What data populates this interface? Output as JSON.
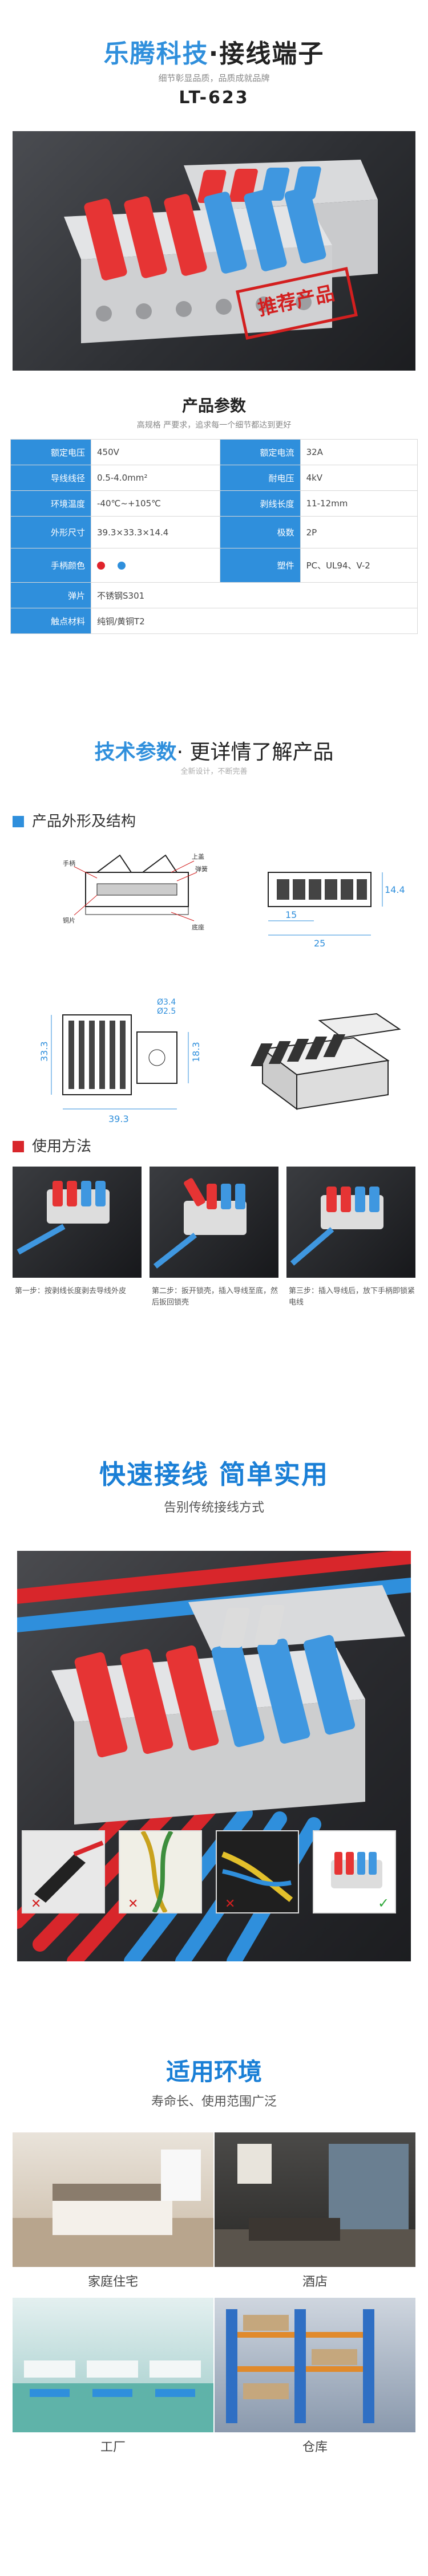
{
  "header": {
    "brand": "乐腾科技",
    "separator": "·",
    "product_name": "接线端子",
    "tagline": "细节彰显品质，品质成就品牌",
    "model": "LT-623"
  },
  "hero": {
    "stamp": "推荐产品"
  },
  "params": {
    "title": "产品参数",
    "subtitle": "高规格 严要求，追求每一个细节都达到更好",
    "rows": [
      {
        "k1": "额定电压",
        "v1": "450V",
        "k2": "额定电流",
        "v2": "32A"
      },
      {
        "k1": "导线线径",
        "v1": "0.5-4.0mm²",
        "k2": "耐电压",
        "v2": "4kV"
      },
      {
        "k1": "环境温度",
        "v1": "-40℃~+105℃",
        "k2": "剥线长度",
        "v2": "11-12mm"
      },
      {
        "k1": "外形尺寸",
        "v1": "39.3×33.3×14.4",
        "k2": "极数",
        "v2": "2P"
      },
      {
        "k1": "手柄颜色",
        "v1": "",
        "k2": "塑件",
        "v2": "PC、UL94、V-2"
      }
    ],
    "row_spring": {
      "k": "弹片",
      "v": "不锈钢S301"
    },
    "row_contact": {
      "k": "触点材料",
      "v": "纯铜/黄铜T2"
    },
    "handle_colors": [
      "#e0232b",
      "#2f8fdc"
    ]
  },
  "tech": {
    "title_a": "技术参数",
    "title_b": "· 更详情了解产品",
    "subtitle": "全新设计，不断完善"
  },
  "shape": {
    "title": "产品外形及结构",
    "labels": {
      "handle": "手柄",
      "cover": "上盖",
      "spring": "弹簧",
      "copper": "铜片",
      "base": "底座"
    },
    "dims": {
      "h": "14.4",
      "w1": "15",
      "w2": "25",
      "d1": "Ø3.4",
      "d2": "Ø2.5",
      "height": "33.3",
      "height2": "18.3",
      "width": "39.3"
    }
  },
  "usage": {
    "title": "使用方法",
    "steps": [
      "第一步：按剥线长度剥去导线外皮",
      "第二步：扳开锁壳，插入导线至底，然后扳回锁壳",
      "第三步：插入导线后，放下手柄即锁紧电线"
    ]
  },
  "quick": {
    "title": "快速接线 简单实用",
    "subtitle": "告别传统接线方式",
    "thumb_marks": [
      "✕",
      "✕",
      "✕",
      "✓"
    ]
  },
  "env": {
    "title": "适用环境",
    "subtitle": "寿命长、使用范围广泛",
    "places": [
      "家庭住宅",
      "酒店",
      "工厂",
      "仓库"
    ]
  },
  "colors": {
    "accent": "#2f8fdc",
    "red": "#e0232b",
    "usage_square": "#d8262b",
    "shape_square": "#2f8fdc"
  }
}
